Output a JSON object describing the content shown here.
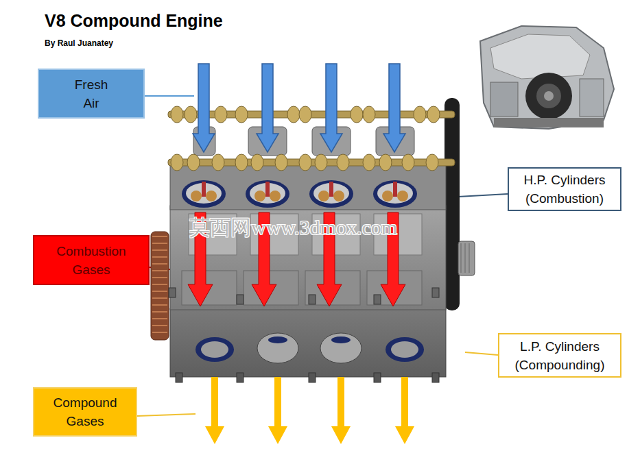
{
  "diagram": {
    "title": "V8 Compound Engine",
    "nodes": [
      {
        "text": [
          "Fresh Air"
        ]
      },
      {
        "text": [
          "Combustion Gases"
        ]
      },
      {
        "text": [
          "H.P. Cylinders (Combustion)"
        ]
      },
      {
        "text": [
          "L.P. Cylinders (Compounding)"
        ]
      },
      {
        "text": [
          "Compound Gases"
        ]
      }
    ],
    "labels": [
      "By Raul Juanatey",
      "莫西网www.3dmox.com"
    ]
  }
}
